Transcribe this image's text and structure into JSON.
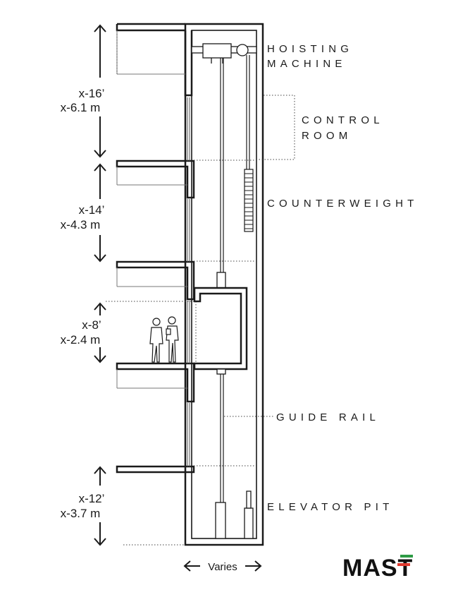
{
  "labels": {
    "hoisting_line1": "HOISTING",
    "hoisting_line2": "MACHINE",
    "control_line1": "CONTROL",
    "control_line2": "ROOM",
    "counterweight": "COUNTERWEIGHT",
    "guide_rail": "GUIDE RAIL",
    "elevator_pit": "ELEVATOR PIT"
  },
  "dimensions": [
    {
      "imperial": "x-16’",
      "metric": "x-6.1 m"
    },
    {
      "imperial": "x-14’",
      "metric": "x-4.3 m"
    },
    {
      "imperial": "x-8’",
      "metric": "x-2.4 m"
    },
    {
      "imperial": "x-12’",
      "metric": "x-3.7 m"
    }
  ],
  "width_label": "Varies",
  "logo": {
    "text": "MAST",
    "colors": {
      "green": "#2e9b45",
      "red": "#e03a2f",
      "dark": "#111111"
    }
  }
}
